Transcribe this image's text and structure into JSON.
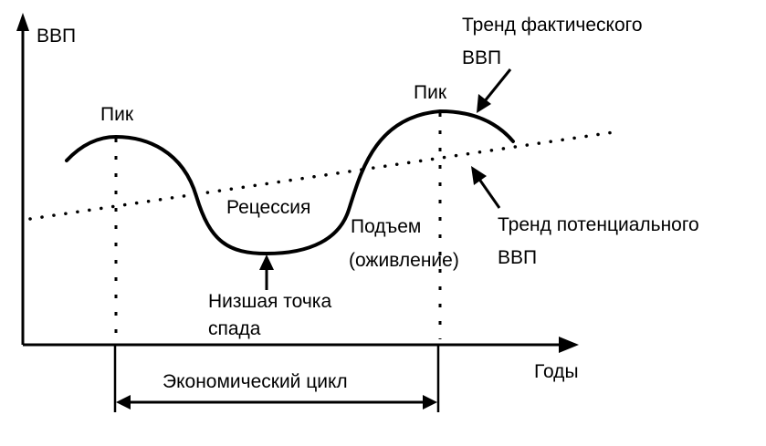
{
  "diagram": {
    "title": "Экономический цикл",
    "y_axis_label": "ВВП",
    "x_axis_label": "Годы",
    "labels": {
      "peak_left": "Пик",
      "peak_right": "Пик",
      "recession": "Рецессия",
      "recovery_line1": "Подъем",
      "recovery_line2": "(оживление)",
      "trough_line1": "Низшая точка",
      "trough_line2": "спада",
      "actual_trend_line1": "Тренд фактического",
      "actual_trend_line2": "ВВП",
      "potential_trend_line1": "Тренд потенциального",
      "potential_trend_line2": "ВВП",
      "cycle": "Экономический цикл"
    },
    "colors": {
      "ink": "#000000",
      "background": "#ffffff"
    }
  }
}
